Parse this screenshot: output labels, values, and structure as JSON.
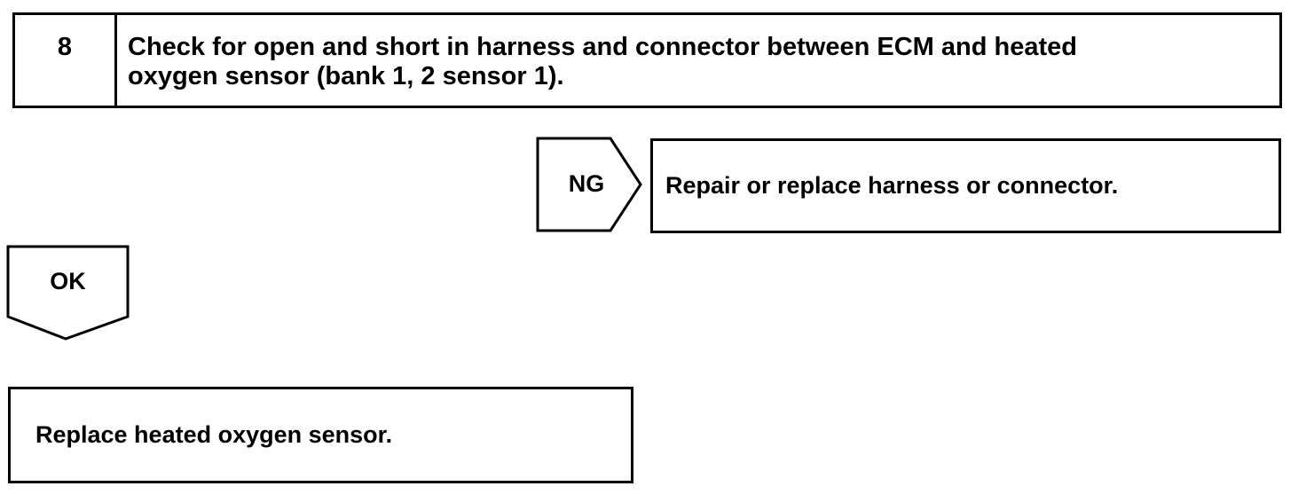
{
  "step": {
    "number": "8",
    "text_line1": "Check for open and short in harness and connector between ECM and heated",
    "text_line2": "oxygen sensor (bank 1, 2 sensor 1)."
  },
  "ng_branch": {
    "label": "NG",
    "action": "Repair or replace harness or connector."
  },
  "ok_branch": {
    "label": "OK",
    "action": "Replace heated oxygen sensor."
  }
}
